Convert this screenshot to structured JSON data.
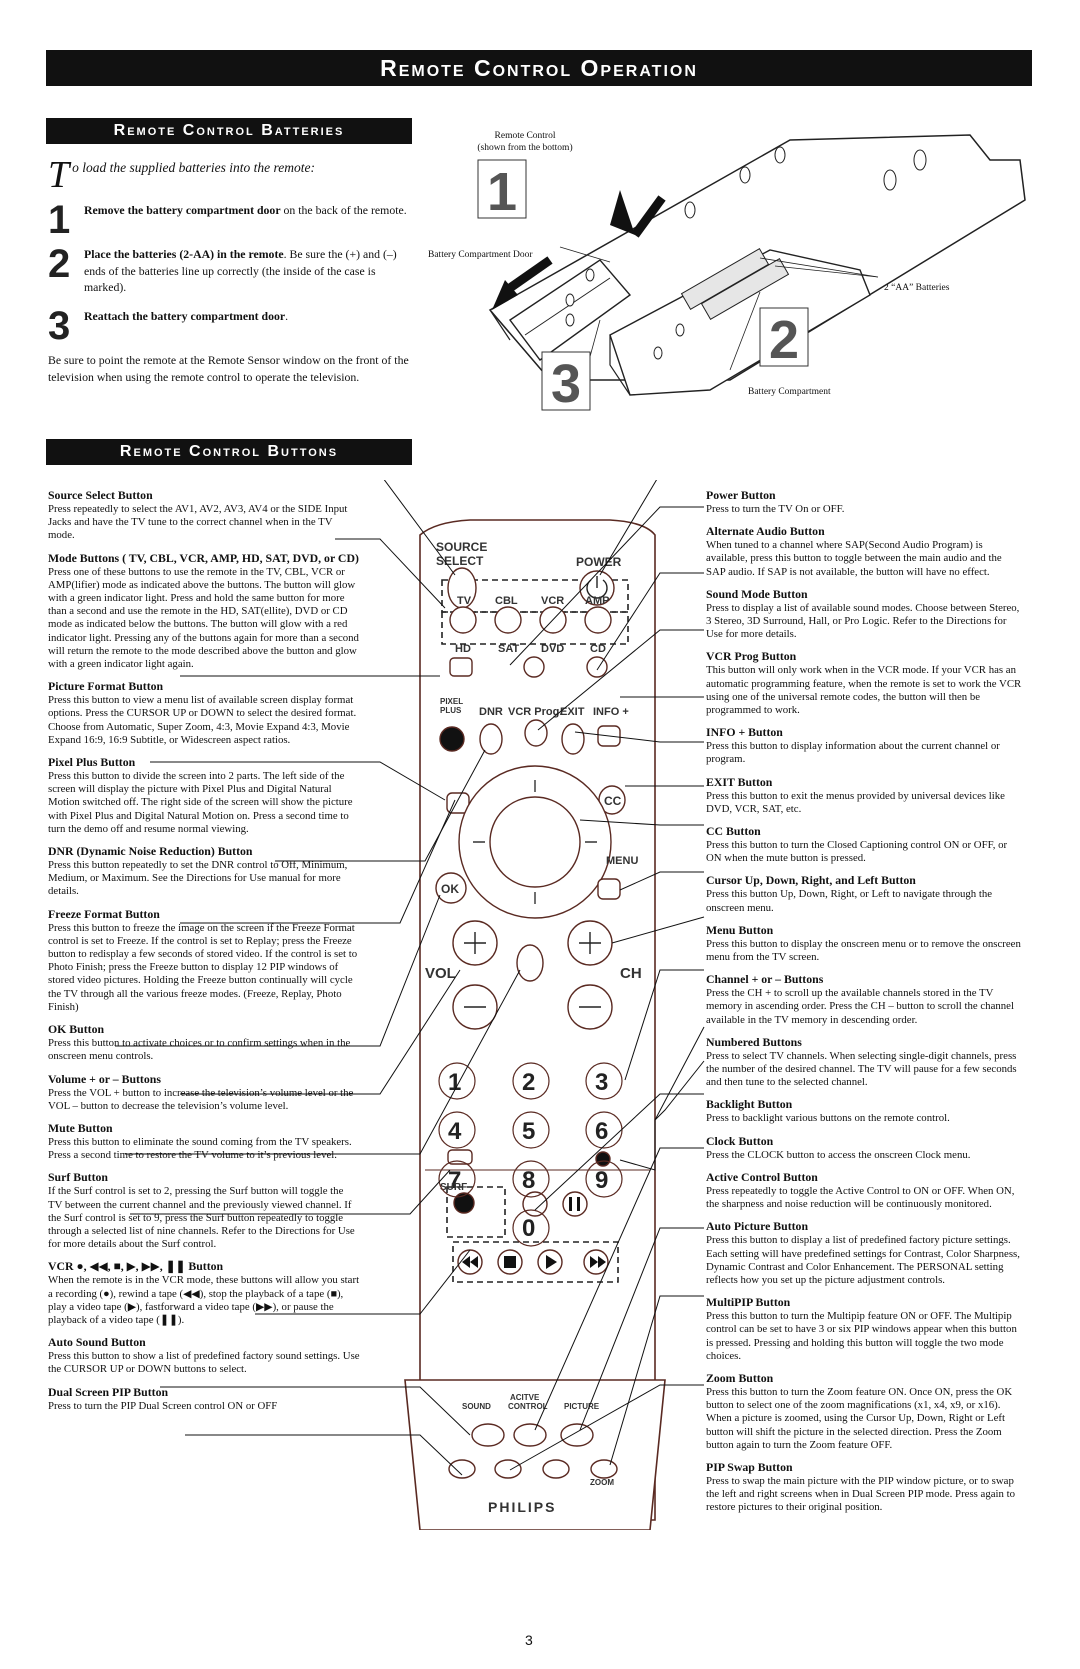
{
  "header": {
    "title": "Remote Control Operation"
  },
  "batteries": {
    "title": "Remote Control Batteries",
    "intro_cap": "T",
    "intro_rest": "o load the supplied batteries into the remote:",
    "steps": [
      {
        "num": "1",
        "bold": "Remove the battery compartment door",
        "rest": " on the back of the remote."
      },
      {
        "num": "2",
        "bold": "Place the batteries (2-AA) in the remote",
        "rest": ". Be sure the (+) and (–) ends of the batteries line up correctly (the inside of the case is marked)."
      },
      {
        "num": "3",
        "bold": "Reattach the battery compartment door",
        "rest": "."
      }
    ],
    "note": "Be sure to point the remote at the Remote Sensor window on the front of the television when using the remote control to operate the television.",
    "figure": {
      "caption1": "Remote Control",
      "caption2": "(shown from the bottom)",
      "door_label": "Battery Compartment Door",
      "batteries_label": "2 “AA” Batteries",
      "compartment_label": "Battery Compartment",
      "n1": "1",
      "n2": "2",
      "n3": "3"
    }
  },
  "buttons": {
    "title": "Remote Control Buttons",
    "left": [
      {
        "title": "Source Select Button",
        "desc": "Press repeatedly to select the AV1, AV2, AV3, AV4 or the SIDE Input Jacks and have the TV tune to the correct channel when in the TV mode."
      },
      {
        "title": "Mode Buttons ( TV, CBL, VCR, AMP, HD, SAT, DVD, or CD)",
        "desc": "Press one of these buttons to use the remote in the TV, CBL, VCR or AMP(lifier) mode as indicated above the buttons. The button will glow with a green indicator light. Press and hold the same button for more than a second and use the remote in the HD, SAT(ellite), DVD or CD mode as indicated below the buttons. The button will glow with a red indicator light. Pressing any of the buttons again for more than a second will return the remote to the mode described above the button and glow with a green indicator light again."
      },
      {
        "title": "Picture Format Button",
        "desc": "Press this button to view a menu list of available screen display format options. Press the CURSOR UP or DOWN to select the desired format. Choose from Automatic, Super Zoom, 4:3, Movie Expand 4:3, Movie Expand 16:9, 16:9 Subtitle, or Widescreen aspect ratios."
      },
      {
        "title": "Pixel Plus Button",
        "desc": "Press this button to divide the screen into 2 parts. The left side of the screen will display the picture with Pixel Plus and Digital Natural Motion switched off. The right side of the screen will show the picture with Pixel Plus and Digital Natural Motion on. Press a second time to turn the demo off and resume normal viewing."
      },
      {
        "title": "DNR (Dynamic Noise Reduction) Button",
        "desc": "Press this button repeatedly to set the DNR control to Off, Minimum, Medium, or Maximum. See the Directions for Use manual for more details."
      },
      {
        "title": "Freeze Format Button",
        "desc": "Press this button to freeze the image on the screen if the Freeze Format control is set to Freeze. If the control is set to Replay; press the Freeze button to redisplay a few seconds of stored video. If the control is set to Photo Finish; press the Freeze button to display 12 PIP windows of stored video pictures. Holding the Freeze button continually will cycle the TV through all the various freeze modes. (Freeze, Replay, Photo Finish)"
      },
      {
        "title": "OK Button",
        "desc": "Press this button to activate choices or to confirm settings when in the onscreen menu controls."
      },
      {
        "title": "Volume + or – Buttons",
        "desc": "Press the VOL + button to increase the television’s volume level or the VOL – button to decrease the television’s volume level."
      },
      {
        "title": "Mute Button",
        "desc": "Press this button to eliminate the sound coming from the TV speakers. Press a second time to restore the TV volume to it’s previous level."
      },
      {
        "title": "Surf Button",
        "desc": "If the Surf control is set to 2, pressing the Surf button will toggle the TV between the current channel and the previously viewed channel. If the Surf control is set to 9, press the Surf button repeatedly to toggle through a selected list of nine channels. Refer to the Directions for Use for more details about the Surf control."
      },
      {
        "title": "VCR ●, ◀◀, ■, ▶, ▶▶, ❚❚ Button",
        "desc": "When the remote is in the VCR mode, these buttons will allow you start a recording (●), rewind a tape (◀◀), stop the playback of a tape (■), play a video tape (▶), fastforward a video tape (▶▶), or pause the playback of a video tape (❚❚)."
      },
      {
        "title": "Auto Sound Button",
        "desc": "Press this button to show a list of predefined factory sound settings. Use the CURSOR UP or DOWN buttons to select."
      },
      {
        "title": "Dual Screen PIP Button",
        "desc": "Press to turn the PIP Dual Screen control ON or OFF"
      }
    ],
    "right": [
      {
        "title": "Power Button",
        "desc": "Press to turn the TV On or OFF."
      },
      {
        "title": "Alternate Audio Button",
        "desc": "When tuned to a channel where SAP(Second Audio Program) is available, press this button to toggle between the main audio and the SAP audio. If SAP is not available, the button will have no effect."
      },
      {
        "title": "Sound Mode Button",
        "desc": "Press to display a list of available sound modes. Choose between Stereo, 3 Stereo, 3D Surround, Hall, or Pro Logic. Refer to the Directions for Use for more details."
      },
      {
        "title": "VCR Prog Button",
        "desc": "This button will only work when in the VCR mode. If your VCR has an automatic programming feature, when the remote is set to work the VCR using one of the universal remote codes, the button will then be programmed to work."
      },
      {
        "title": "INFO + Button",
        "desc": "Press this button to display information about the current channel or program."
      },
      {
        "title": "EXIT Button",
        "desc": "Press this button to exit the menus provided by universal devices like DVD, VCR, SAT, etc."
      },
      {
        "title": "CC Button",
        "desc": "Press this button to turn the Closed Captioning control ON or OFF, or ON when the mute button is pressed."
      },
      {
        "title": "Cursor Up, Down, Right, and Left Button",
        "desc": "Press this button Up, Down, Right, or Left to navigate through the onscreen menu."
      },
      {
        "title": "Menu Button",
        "desc": "Press this button to display the onscreen menu or to remove the onscreen menu from the TV screen."
      },
      {
        "title": "Channel + or – Buttons",
        "desc": "Press the CH + to scroll up the available channels stored in the TV memory in ascending order. Press the CH – button to scroll the channel available in the TV memory in descending order."
      },
      {
        "title": "Numbered Buttons",
        "desc": "Press to select TV channels. When selecting single-digit channels, press the number of the desired channel. The TV will pause for a few seconds and then tune to the selected channel."
      },
      {
        "title": "Backlight Button",
        "desc": "Press to backlight various buttons on the remote control."
      },
      {
        "title": "Clock Button",
        "desc": "Press the CLOCK button to access the onscreen Clock menu."
      },
      {
        "title": "Active Control Button",
        "desc": "Press repeatedly to toggle the Active Control to ON or OFF. When ON, the sharpness and noise reduction will be continuously monitored."
      },
      {
        "title": "Auto Picture Button",
        "desc": "Press this button to display a list of predefined factory picture settings. Each setting will have predefined settings for Contrast, Color Sharpness, Dynamic Contrast and Color Enhancement. The PERSONAL setting reflects how you set up the picture adjustment controls."
      },
      {
        "title": "MultiPIP Button",
        "desc": "Press this button to turn the Multipip feature ON or OFF. The Multipip control can be set to have 3 or six PIP windows appear when this button is pressed. Pressing and holding this button will toggle the two mode choices."
      },
      {
        "title": "Zoom Button",
        "desc": "Press this button to turn the Zoom feature ON. Once ON, press the OK button to select one of the zoom magnifications (x1, x4, x9, or x16). When a picture is zoomed, using the Cursor Up, Down, Right or Left button will shift the picture in the selected direction. Press the Zoom button again to turn the Zoom feature OFF."
      },
      {
        "title": "PIP Swap Button",
        "desc": "Press to swap the main picture with the PIP window picture, or to swap the left and right screens when in Dual Screen PIP mode. Press again to restore pictures to their original position."
      }
    ],
    "remote": {
      "source_select": [
        "SOURCE",
        "SELECT"
      ],
      "power": "POWER",
      "modes_top": [
        "TV",
        "CBL",
        "VCR",
        "AMP"
      ],
      "modes_bottom": [
        "HD",
        "SAT",
        "DVD",
        "CD"
      ],
      "pixel_plus": [
        "PIXEL",
        "PLUS"
      ],
      "row_labels": [
        "DNR",
        "VCR Prog.",
        "EXIT",
        "INFO +"
      ],
      "cc": "CC",
      "menu": "MENU",
      "ok": "OK",
      "vol": "VOL",
      "ch": "CH",
      "digits": [
        "1",
        "2",
        "3",
        "4",
        "5",
        "6",
        "7",
        "8",
        "9",
        "0"
      ],
      "surf": "SURF",
      "active_control": [
        "ACITVE",
        "SOUND",
        "CONTROL",
        "PICTURE"
      ],
      "zoom": "ZOOM",
      "brand": "PHILIPS"
    }
  },
  "page_number": "3"
}
